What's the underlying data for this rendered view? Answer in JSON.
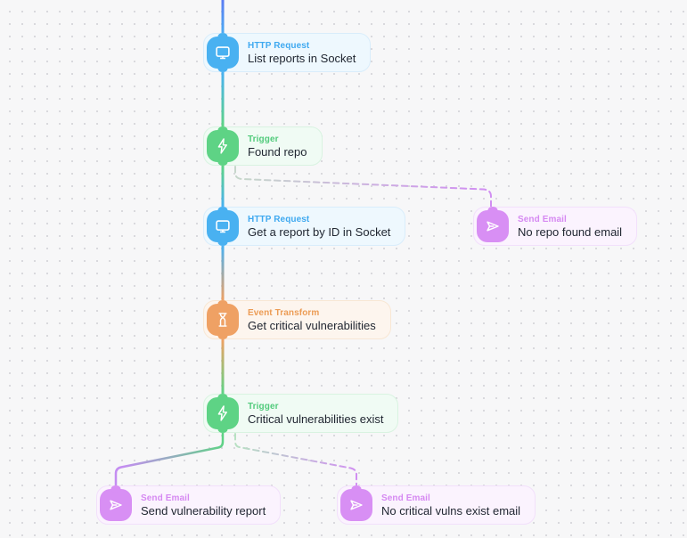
{
  "canvas": {
    "background_color": "#f7f7f8",
    "dot_color": "#d9d9dd",
    "description": "Workflow builder canvas with dotted grid and connected automation step nodes"
  },
  "colors": {
    "http_request_accent": "#49b1f1",
    "trigger_accent": "#5ed385",
    "event_transform_accent": "#efa164",
    "send_email_accent": "#d88ff4",
    "title_text": "#212732"
  },
  "nodes": [
    {
      "id": "list-reports",
      "kind": "HTTP Request",
      "title": "List reports in Socket",
      "icon": "monitor-icon",
      "accent": "#49b1f1"
    },
    {
      "id": "found-repo",
      "kind": "Trigger",
      "title": "Found repo",
      "icon": "lightning-icon",
      "accent": "#5ed385"
    },
    {
      "id": "get-report",
      "kind": "HTTP Request",
      "title": "Get a report by ID in Socket",
      "icon": "monitor-icon",
      "accent": "#49b1f1"
    },
    {
      "id": "no-repo-email",
      "kind": "Send Email",
      "title": "No repo found email",
      "icon": "send-icon",
      "accent": "#d88ff4"
    },
    {
      "id": "get-critical",
      "kind": "Event Transform",
      "title": "Get critical vulnerabilities",
      "icon": "hourglass-icon",
      "accent": "#efa164"
    },
    {
      "id": "critical-exist",
      "kind": "Trigger",
      "title": "Critical vulnerabilities exist",
      "icon": "lightning-icon",
      "accent": "#5ed385"
    },
    {
      "id": "send-report",
      "kind": "Send Email",
      "title": "Send vulnerability report",
      "icon": "send-icon",
      "accent": "#d88ff4"
    },
    {
      "id": "no-critical-email",
      "kind": "Send Email",
      "title": "No critical vulns exist email",
      "icon": "send-icon",
      "accent": "#d88ff4"
    }
  ],
  "edges": [
    {
      "from": "offscreen-above",
      "to": "list-reports",
      "style": "solid",
      "gradient": [
        "#5b7cf2",
        "#49b4f3"
      ]
    },
    {
      "from": "list-reports",
      "to": "found-repo",
      "style": "solid",
      "gradient": [
        "#49b1f1",
        "#5ed385"
      ]
    },
    {
      "from": "found-repo",
      "to": "get-report",
      "style": "solid",
      "gradient": [
        "#5ed385",
        "#49b1f1"
      ]
    },
    {
      "from": "found-repo",
      "to": "no-repo-email",
      "style": "dashed",
      "gradient": [
        "#c6d6cb",
        "#d18ff2"
      ]
    },
    {
      "from": "get-report",
      "to": "get-critical",
      "style": "solid",
      "gradient": [
        "#49b1f1",
        "#efa164"
      ]
    },
    {
      "from": "get-critical",
      "to": "critical-exist",
      "style": "solid",
      "gradient": [
        "#efa164",
        "#5ed385"
      ]
    },
    {
      "from": "critical-exist",
      "to": "send-report",
      "style": "solid",
      "gradient": [
        "#5ed385",
        "#c48df1"
      ]
    },
    {
      "from": "critical-exist",
      "to": "no-critical-email",
      "style": "dashed",
      "gradient": [
        "#b7e2c2",
        "#d18ff2"
      ]
    }
  ]
}
